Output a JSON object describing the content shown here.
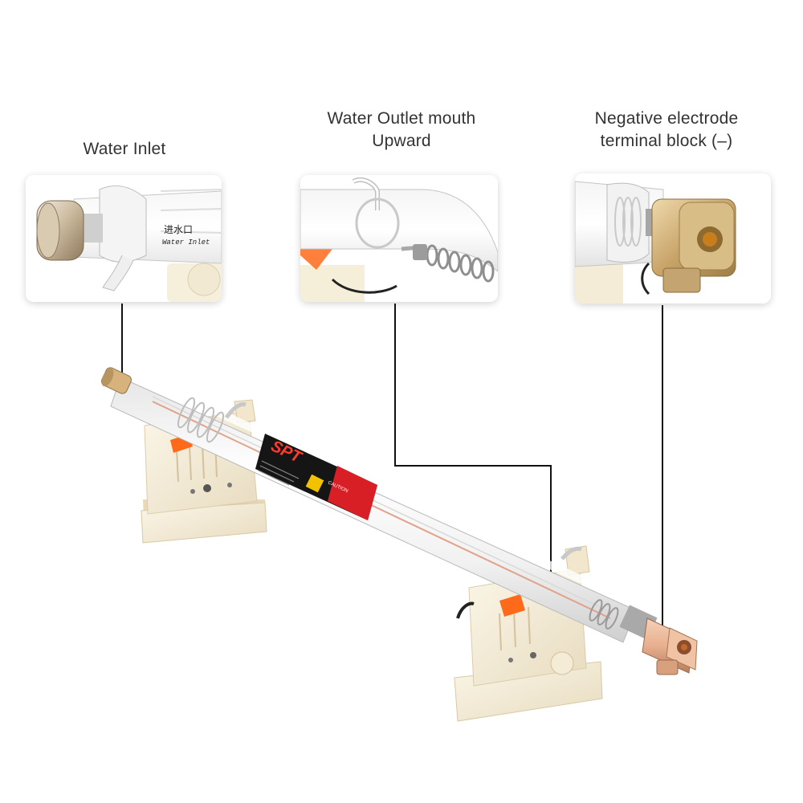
{
  "callouts": [
    {
      "id": "water-inlet",
      "lines": [
        "Water Inlet"
      ]
    },
    {
      "id": "water-outlet",
      "lines": [
        "Water Outlet mouth",
        "Upward"
      ]
    },
    {
      "id": "negative-electrode",
      "lines": [
        "Negative electrode",
        "terminal block (–)"
      ]
    }
  ],
  "inlet_tube_label": {
    "line1": "进水口",
    "line2": "Water Inlet"
  },
  "tube_label": {
    "brand": "SPT",
    "warning_title": "CAUTION"
  },
  "colors": {
    "brass": "#d7b27c",
    "copper": "#e8b08f",
    "mount": "#f4ecd6",
    "accent_orange": "#ff6a1a",
    "label_black": "#151515",
    "label_red": "#d81f26",
    "leader_line": "#111111"
  }
}
